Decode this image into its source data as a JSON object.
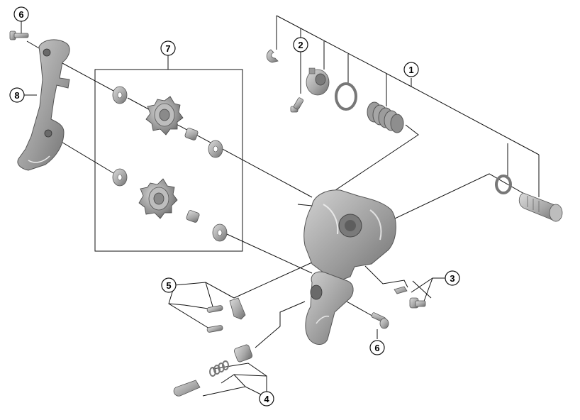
{
  "diagram": {
    "type": "exploded-parts-diagram",
    "colors": {
      "line": "#111111",
      "part_light": "#c8c8c8",
      "part_mid": "#a9a9a9",
      "part_dark": "#7c7c7c",
      "part_edge": "#555555"
    },
    "callouts": [
      {
        "id": "c1",
        "label": "1"
      },
      {
        "id": "c2",
        "label": "2"
      },
      {
        "id": "c3",
        "label": "3"
      },
      {
        "id": "c4",
        "label": "4"
      },
      {
        "id": "c5",
        "label": "5"
      },
      {
        "id": "c6a",
        "label": "6"
      },
      {
        "id": "c6b",
        "label": "6"
      },
      {
        "id": "c7",
        "label": "7"
      },
      {
        "id": "c8",
        "label": "8"
      }
    ]
  }
}
